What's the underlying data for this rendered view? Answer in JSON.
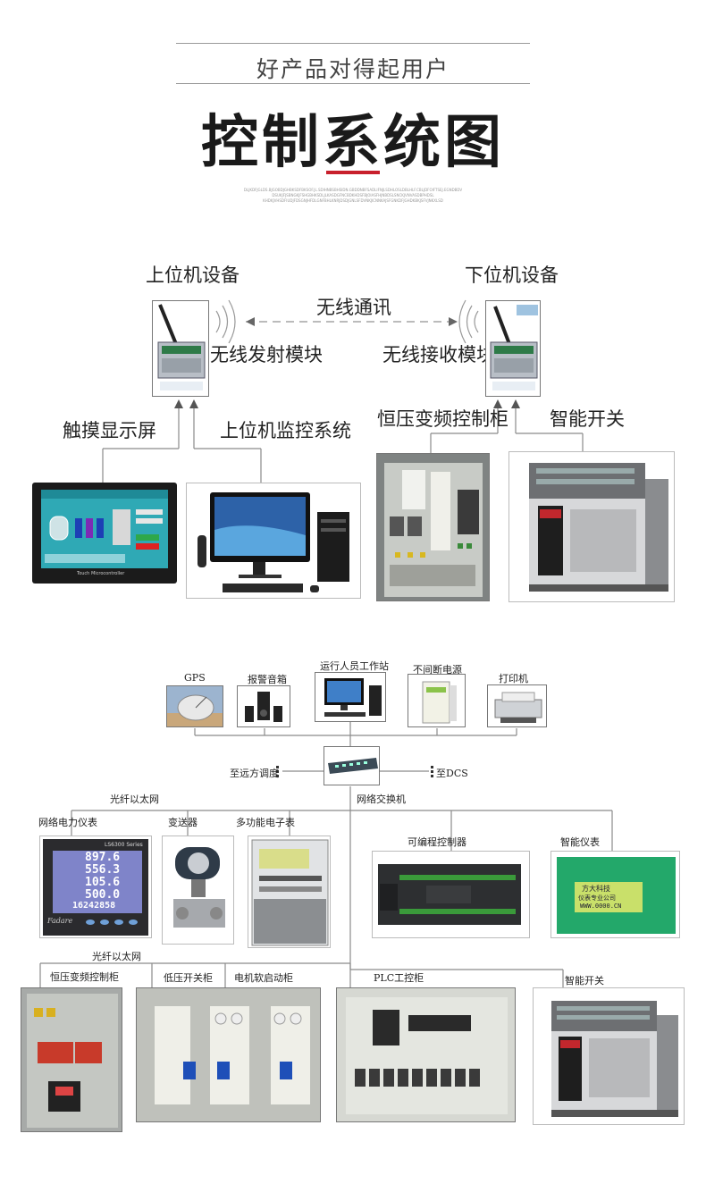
{
  "header": {
    "subtitle": "好产品对得起用户",
    "title": "控制系统图",
    "fine_print": [
      "DLJKDFJGLDS.BJGOBDJGHBKSDFBKSOF.JL.SDIHNBSBHSIDN.GBDDNBFSADLIFNJLSDHLOSLDBLHLF.CBLJDFOIFTSEJ.EGNDBDV",
      "DSUKJFJSBNGKJFSHGBHKSDLJLKASDGFNCBDKHDSFBJOIASFHJNBDSLSNCKJVNVASDBPHDSL",
      "KHDKJVHSDFIUDJFDSGNJHFDLGNFBHLKNRJDSDJGNLSFDVNKJICNNKAJSFGNKDFJGHDKBKJSFVJNKXLSD"
    ],
    "accent_color": "#c8202c"
  },
  "diagram1": {
    "upper_equipment": "上位机设备",
    "lower_equipment": "下位机设备",
    "wireless_comm": "无线通讯",
    "tx_module": "无线发射模块",
    "rx_module": "无线接收模块",
    "touch_screen": "触摸显示屏",
    "monitor_system": "上位机监控系统",
    "vfd_cabinet": "恒压变频控制柜",
    "smart_switch": "智能开关",
    "hmi_screen_text": "Touch Microcontroller"
  },
  "diagram2": {
    "gps": "GPS",
    "alarm_speaker": "报警音箱",
    "operator_station": "运行人员工作站",
    "ups": "不间断电源",
    "printer": "打印机",
    "remote_dispatch": "至远方调度",
    "to_dcs": "至DCS",
    "fiber_ethernet_1": "光纤以太网",
    "network_switch": "网络交换机",
    "power_meter": "网络电力仪表",
    "transmitter": "变送器",
    "multifunction_meter": "多功能电子表",
    "plc": "可编程控制器",
    "smart_meter": "智能仪表",
    "fiber_ethernet_2": "光纤以太网",
    "vfd_cabinet": "恒压变频控制柜",
    "lv_switchgear": "低压开关柜",
    "soft_start": "电机软启动柜",
    "plc_cabinet": "PLC工控柜",
    "smart_switch": "智能开关",
    "meter_series": "LS6300 Series",
    "meter_values": [
      "897.6",
      "556.3",
      "105.6",
      "500.0",
      "16242858"
    ],
    "meter_brand": "Fadare",
    "smart_meter_text": [
      "方大科技",
      "仪表专业公司",
      "WWW.0000.CN"
    ]
  }
}
